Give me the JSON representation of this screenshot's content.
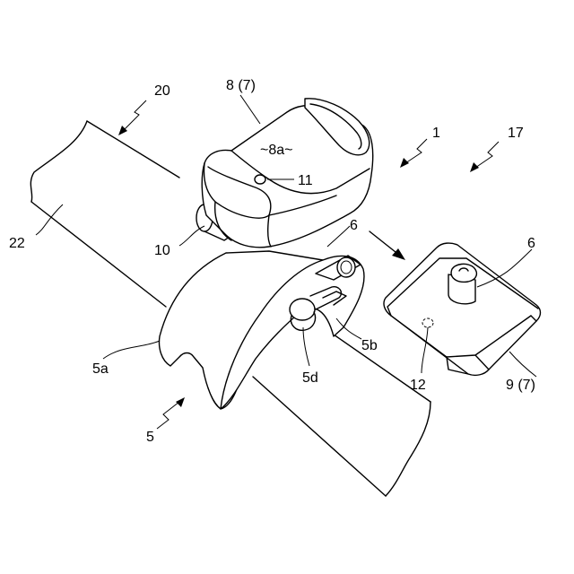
{
  "labels": {
    "l20": "20",
    "l8_7": "8 (7)",
    "l8a": "~8a~",
    "l11": "11",
    "l1": "1",
    "l17": "17",
    "l22": "22",
    "l10": "10",
    "l6a": "6",
    "l6b": "6",
    "l5a": "5a",
    "l5b": "5b",
    "l5d": "5d",
    "l12": "12",
    "l9_7": "9 (7)",
    "l5": "5"
  }
}
